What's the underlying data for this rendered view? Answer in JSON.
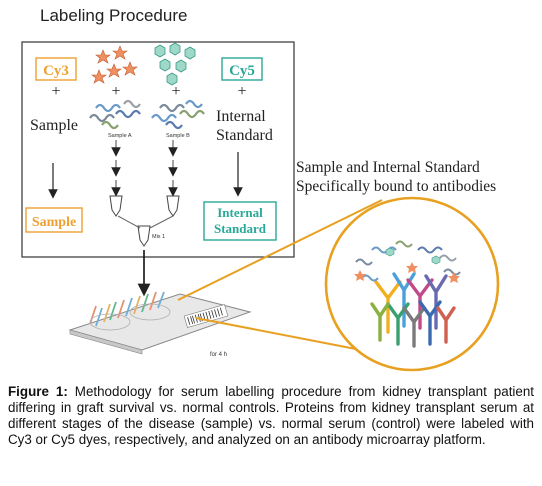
{
  "figure": {
    "title": "Labeling Procedure",
    "cy3_label": "Cy3",
    "cy5_label": "Cy5",
    "plus": "+",
    "sample_label": "Sample",
    "internal_standard_label_line1": "Internal",
    "internal_standard_label_line2": "Standard",
    "sample_a_label": "Sample A",
    "sample_b_label": "Sample B",
    "mix_label": "Mix 1",
    "sample_box_label": "Sample",
    "internal_box_line1": "Internal",
    "internal_box_line2": "Standard",
    "bound_line1": "Sample and Internal Standard",
    "bound_line2": "Specifically bound to antibodies",
    "incubation_label": "for 4 h",
    "colors": {
      "cy3": "#f0a030",
      "cy5": "#2aa898",
      "callout": "#e8a020"
    }
  },
  "caption": {
    "label": "Figure 1:",
    "text": " Methodology for serum labelling procedure from kidney transplant patient differing in graft survival vs. normal controls. Proteins from kidney transplant serum at different stages of the disease (sample) vs. normal serum (control) were labeled with Cy3 or Cy5 dyes, respectively, and analyzed on an antibody microarray platform."
  }
}
